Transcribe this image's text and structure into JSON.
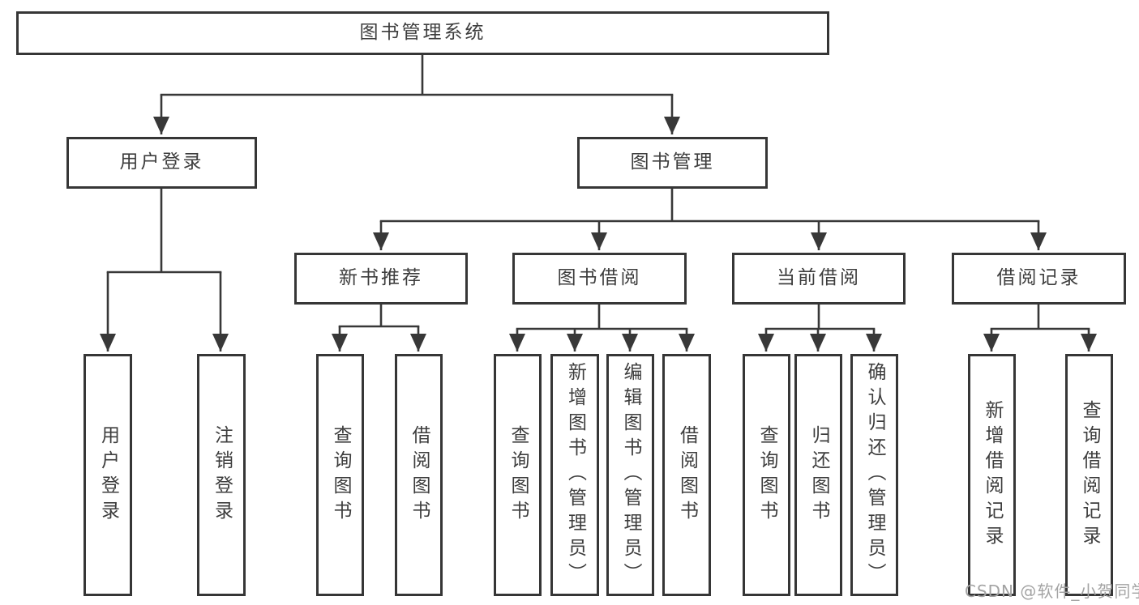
{
  "diagram": {
    "tree": {
      "label": "图书管理系统",
      "children": [
        {
          "label": "用户登录",
          "children": [
            {
              "label": "用户登录"
            },
            {
              "label": "注销登录"
            }
          ]
        },
        {
          "label": "图书管理",
          "children": [
            {
              "label": "新书推荐",
              "children": [
                {
                  "label": "查询图书"
                },
                {
                  "label": "借阅图书"
                }
              ]
            },
            {
              "label": "图书借阅",
              "children": [
                {
                  "label": "查询图书"
                },
                {
                  "label": "新增图书（管理员）"
                },
                {
                  "label": "编辑图书（管理员）"
                },
                {
                  "label": "借阅图书"
                }
              ]
            },
            {
              "label": "当前借阅",
              "children": [
                {
                  "label": "查询图书"
                },
                {
                  "label": "归还图书"
                },
                {
                  "label": "确认归还（管理员）"
                }
              ]
            },
            {
              "label": "借阅记录",
              "children": [
                {
                  "label": "新增借阅记录"
                },
                {
                  "label": "查询借阅记录"
                }
              ]
            }
          ]
        }
      ]
    },
    "colors": {
      "line": "#383838",
      "box_border": "#363636",
      "text": "#3d3d3d",
      "background": "#ffffff",
      "watermark": "#a3a3a3"
    }
  },
  "watermark": {
    "text": "CSDN @软件_小贺同学"
  }
}
